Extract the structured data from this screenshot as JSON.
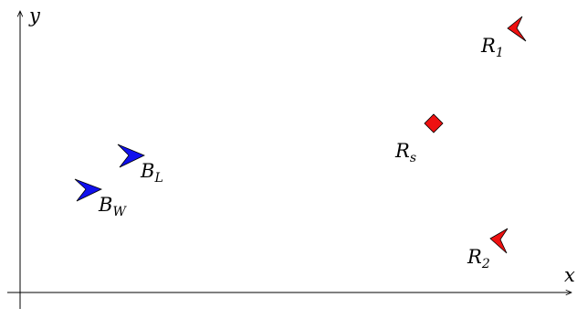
{
  "axes": {
    "x_label": "x",
    "y_label": "y"
  },
  "agents": [
    {
      "id": "B_L",
      "label_main": "B",
      "label_sub": "L",
      "team": "blue",
      "shape": "arrowhead",
      "heading": "right"
    },
    {
      "id": "B_W",
      "label_main": "B",
      "label_sub": "W",
      "team": "blue",
      "shape": "arrowhead",
      "heading": "right"
    },
    {
      "id": "R_1",
      "label_main": "R",
      "label_sub": "1",
      "team": "red",
      "shape": "arrowhead",
      "heading": "left"
    },
    {
      "id": "R_2",
      "label_main": "R",
      "label_sub": "2",
      "team": "red",
      "shape": "arrowhead",
      "heading": "left"
    },
    {
      "id": "R_s",
      "label_main": "R",
      "label_sub": "s",
      "team": "red",
      "shape": "diamond",
      "heading": "none"
    }
  ],
  "colors": {
    "blue_team": "#1010ee",
    "red_team": "#ee1111",
    "outline": "#000000",
    "axis": "#000000"
  }
}
